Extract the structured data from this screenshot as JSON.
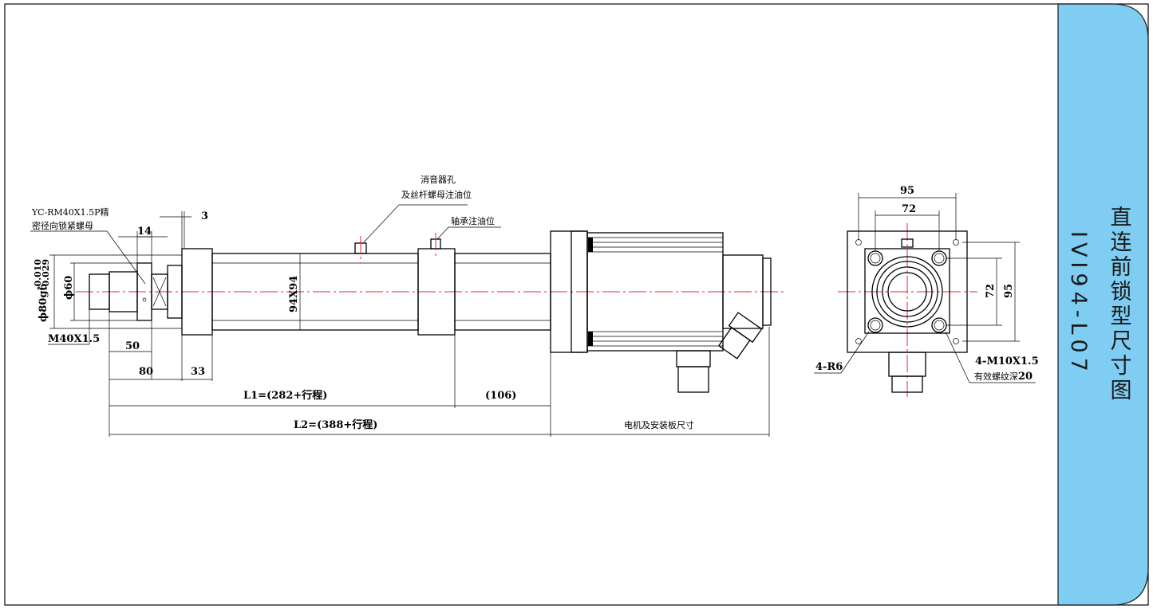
{
  "sidebar": {
    "title_line1": "直连前锁型尺寸图",
    "title_line2": "IVI94-L07",
    "bg_color": "#7fcdf2"
  },
  "callouts": {
    "lock_nut_line1": "YC-RM40X1.5P精",
    "lock_nut_line2": "密径向锁紧螺母",
    "muffler_line1": "消音器孔",
    "muffler_line2": "及丝杆螺母注油位",
    "bearing_oil": "轴承注油位",
    "corner_radius": "4-R6",
    "thread_line1": "4-M10X1.5",
    "thread_line2_prefix": "有效螺纹深",
    "thread_line2_value": "20"
  },
  "dimensions": {
    "d_14": "14",
    "d_3": "3",
    "d_bore": "ϕ80g6(-0.010/-0.029)",
    "d_bore_main": "ϕ80g6",
    "d_bore_upper": "-0.010",
    "d_bore_lower": "-0.029",
    "d_phi60": "ϕ60",
    "d_thread": "M40X1.5",
    "d_50": "50",
    "d_80": "80",
    "d_33": "33",
    "d_body": "94X94",
    "d_L1": "L1=(282+行程)",
    "d_106": "(106)",
    "d_L2": "L2=(388+行程)",
    "d_motor": "电机及安装板尺寸",
    "d_top95": "95",
    "d_top72": "72",
    "d_right72": "72",
    "d_right95": "95"
  },
  "colors": {
    "centerline": "#e8262d",
    "line": "#000000"
  }
}
